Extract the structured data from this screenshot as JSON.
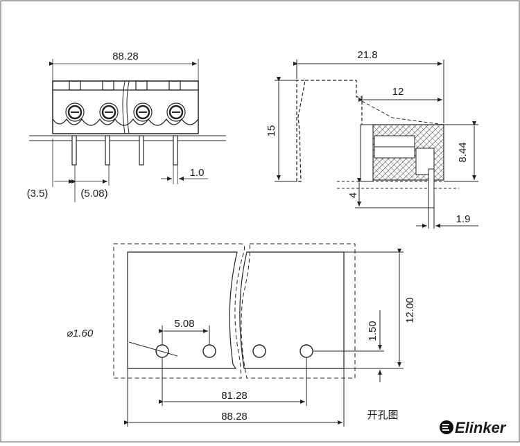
{
  "front_view": {
    "overall_width": "88.28",
    "pin_offset": "(3.5)",
    "pitch": "(5.08)",
    "pin_width": "1.0"
  },
  "side_view": {
    "depth": "21.8",
    "body_depth": "12",
    "height": "15",
    "pin_length": "4",
    "pin_height": "8.44",
    "pin_offset": "1.9"
  },
  "hole_layout": {
    "hole_diameter": "⌀1.60",
    "pitch": "5.08",
    "hole_height": "1.50",
    "board_height": "12.00",
    "hole_span": "81.28",
    "overall_width": "88.28",
    "caption": "开孔图"
  },
  "brand": {
    "name": "Elinker"
  }
}
